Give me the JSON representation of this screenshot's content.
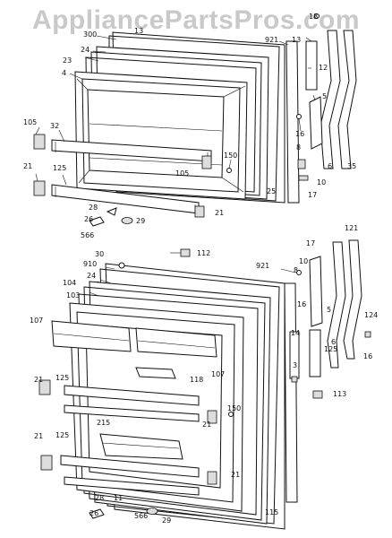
{
  "watermark": "AppliancePartsPros.com",
  "labels": [
    {
      "id": "top-18",
      "text": "18"
    },
    {
      "id": "top-300",
      "text": "300"
    },
    {
      "id": "top-13a",
      "text": "13"
    },
    {
      "id": "top-921",
      "text": "921"
    },
    {
      "id": "top-13b",
      "text": "13"
    },
    {
      "id": "top-24",
      "text": "24"
    },
    {
      "id": "top-12",
      "text": "12"
    },
    {
      "id": "top-23",
      "text": "23"
    },
    {
      "id": "top-4",
      "text": "4"
    },
    {
      "id": "top-5",
      "text": "5"
    },
    {
      "id": "top-105a",
      "text": "105"
    },
    {
      "id": "top-32",
      "text": "32"
    },
    {
      "id": "top-16",
      "text": "16"
    },
    {
      "id": "top-150",
      "text": "150"
    },
    {
      "id": "top-8",
      "text": "8"
    },
    {
      "id": "top-6",
      "text": "6"
    },
    {
      "id": "top-35",
      "text": "35"
    },
    {
      "id": "top-21a",
      "text": "21"
    },
    {
      "id": "top-125",
      "text": "125"
    },
    {
      "id": "top-105b",
      "text": "105"
    },
    {
      "id": "top-25",
      "text": "25"
    },
    {
      "id": "top-10",
      "text": "10"
    },
    {
      "id": "top-17",
      "text": "17"
    },
    {
      "id": "top-28",
      "text": "28"
    },
    {
      "id": "top-26",
      "text": "26"
    },
    {
      "id": "top-29",
      "text": "29"
    },
    {
      "id": "top-21b",
      "text": "21"
    },
    {
      "id": "top-566",
      "text": "566"
    },
    {
      "id": "bot-30",
      "text": "30"
    },
    {
      "id": "bot-112",
      "text": "112"
    },
    {
      "id": "bot-121",
      "text": "121"
    },
    {
      "id": "bot-17",
      "text": "17"
    },
    {
      "id": "bot-910",
      "text": "910"
    },
    {
      "id": "bot-921",
      "text": "921"
    },
    {
      "id": "bot-10",
      "text": "10"
    },
    {
      "id": "bot-24",
      "text": "24"
    },
    {
      "id": "bot-104",
      "text": "104"
    },
    {
      "id": "bot-8",
      "text": "8"
    },
    {
      "id": "bot-103",
      "text": "103"
    },
    {
      "id": "bot-16",
      "text": "16"
    },
    {
      "id": "bot-5",
      "text": "5"
    },
    {
      "id": "bot-124",
      "text": "124"
    },
    {
      "id": "bot-107a",
      "text": "107"
    },
    {
      "id": "bot-14",
      "text": "14"
    },
    {
      "id": "bot-125a",
      "text": "125"
    },
    {
      "id": "bot-6",
      "text": "6"
    },
    {
      "id": "bot-16b",
      "text": "16"
    },
    {
      "id": "bot-3",
      "text": "3"
    },
    {
      "id": "bot-118",
      "text": "118"
    },
    {
      "id": "bot-107b",
      "text": "107"
    },
    {
      "id": "bot-21a",
      "text": "21"
    },
    {
      "id": "bot-125b",
      "text": "125"
    },
    {
      "id": "bot-113",
      "text": "113"
    },
    {
      "id": "bot-150",
      "text": "150"
    },
    {
      "id": "bot-215",
      "text": "215"
    },
    {
      "id": "bot-21b",
      "text": "21"
    },
    {
      "id": "bot-21c",
      "text": "21"
    },
    {
      "id": "bot-125c",
      "text": "125"
    },
    {
      "id": "bot-21d",
      "text": "21"
    },
    {
      "id": "bot-28",
      "text": "28"
    },
    {
      "id": "bot-11",
      "text": "11"
    },
    {
      "id": "bot-26",
      "text": "26"
    },
    {
      "id": "bot-566",
      "text": "566"
    },
    {
      "id": "bot-29",
      "text": "29"
    },
    {
      "id": "bot-115",
      "text": "115"
    }
  ]
}
